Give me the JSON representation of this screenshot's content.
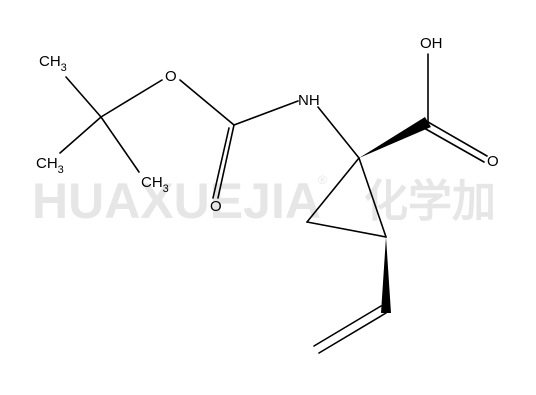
{
  "watermark": {
    "latin": "HUAXUEJIA",
    "registered": "®",
    "cjk": "化学加",
    "color": "#e6e6e6"
  },
  "atoms": {
    "ch3_top": {
      "main": "CH",
      "sub": "3"
    },
    "ch3_left": {
      "main": "CH",
      "sub": "3"
    },
    "ch3_right": {
      "main": "CH",
      "sub": "3"
    },
    "ester_o": "O",
    "carbonyl_o": "O",
    "nh": "NH",
    "acid_oh": "OH",
    "acid_o": "O"
  },
  "colors": {
    "bond": "#000000",
    "label": "#000000",
    "background": "#ffffff"
  }
}
